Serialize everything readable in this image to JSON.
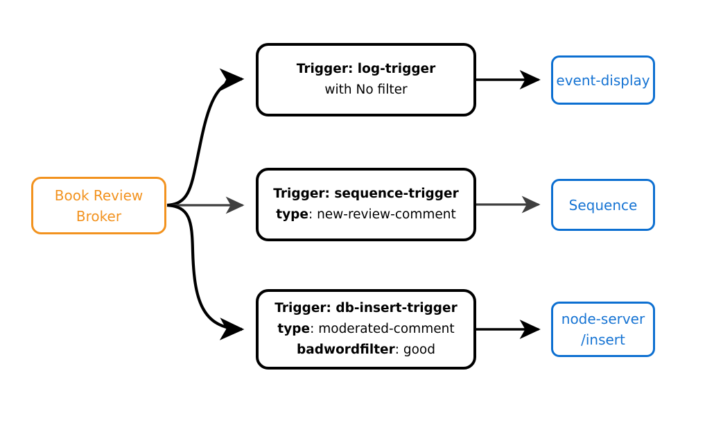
{
  "diagram": {
    "title": "Book Review Broker trigger routing diagram",
    "colors": {
      "broker_accent": "#F2921E",
      "trigger_border": "#000000",
      "target_accent": "#0C6FD1",
      "target_text": "#1573D3",
      "edge_black": "#000000",
      "edge_gray": "#3F3F3F"
    },
    "broker": {
      "line1": "Book Review",
      "line2": "Broker"
    },
    "rows": [
      {
        "trigger": {
          "label_bold": "Trigger: log-trigger",
          "line2_bold": "",
          "line2_rest": "with No filter",
          "line3_bold": "",
          "line3_rest": ""
        },
        "target": {
          "line1": "event-display",
          "line2": ""
        }
      },
      {
        "trigger": {
          "label_bold": "Trigger: sequence-trigger",
          "line2_bold": "type",
          "line2_rest": ": new-review-comment",
          "line3_bold": "",
          "line3_rest": ""
        },
        "target": {
          "line1": "Sequence",
          "line2": ""
        }
      },
      {
        "trigger": {
          "label_bold": "Trigger: db-insert-trigger",
          "line2_bold": "type",
          "line2_rest": ": moderated-comment",
          "line3_bold": "badwordfilter",
          "line3_rest": ": good"
        },
        "target": {
          "line1": "node-server",
          "line2": "/insert"
        }
      }
    ]
  }
}
